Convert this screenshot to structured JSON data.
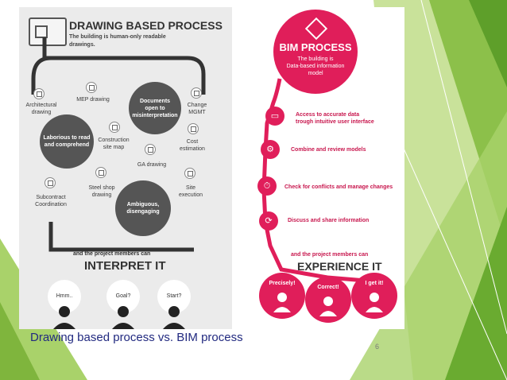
{
  "left": {
    "title": "DRAWING BASED PROCESS",
    "subtitle_line1": "The building is human-only readable",
    "subtitle_line2": "drawings.",
    "items": {
      "architectural": [
        "Architectural",
        "drawing"
      ],
      "mep": "MEP drawing",
      "change": [
        "Change",
        "MGMT"
      ],
      "construction": [
        "Construction",
        "site map"
      ],
      "cost": [
        "Cost",
        "estimation"
      ],
      "ga": "GA drawing",
      "steel": [
        "Steel shop",
        "drawing"
      ],
      "site": [
        "Site",
        "execution"
      ],
      "subcontract": [
        "Subcontract",
        "Coordination"
      ]
    },
    "bubbles": {
      "documents": [
        "Documents",
        "open to",
        "misinterpretation"
      ],
      "laborious": [
        "Laborious to read",
        "and comprehend"
      ],
      "ambiguous": [
        "Ambiguous,",
        "disengaging"
      ]
    },
    "footer_line": "and the project members can",
    "footer_big": "INTERPRET IT",
    "thoughts": [
      "Hmm..",
      "Goal?",
      "Start?"
    ]
  },
  "right": {
    "title": "BIM PROCESS",
    "subtitle": [
      "The building is",
      "Data-based information",
      "model"
    ],
    "steps": [
      {
        "icon": "screen-icon",
        "label": [
          "Access to accurate data",
          "trough intuitive user interface"
        ]
      },
      {
        "icon": "gear-icon",
        "label": [
          "Combine and review models"
        ]
      },
      {
        "icon": "stopwatch-icon",
        "label": [
          "Check for conflicts and manage changes"
        ]
      },
      {
        "icon": "share-icon",
        "label": [
          "Discuss and share information"
        ]
      }
    ],
    "footer_line": "and the project members can",
    "footer_big": "EXPERIENCE IT",
    "bubbles": [
      "Precisely!",
      "Correct!",
      "I get it!"
    ]
  },
  "caption": "Drawing based process vs. BIM process",
  "page_number": "6",
  "colors": {
    "accent": "#e01e5a",
    "caption": "#222a80",
    "green": "#7fb53d"
  }
}
